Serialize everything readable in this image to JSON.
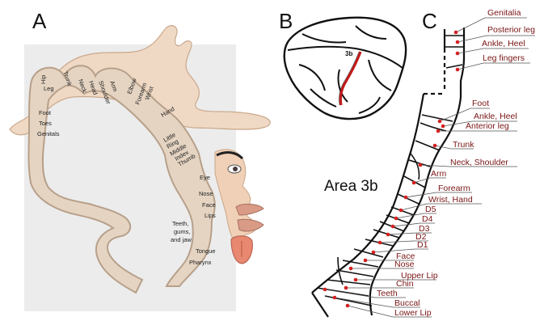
{
  "panels": {
    "a": "A",
    "b": "B",
    "c": "C"
  },
  "panel_a": {
    "labels": {
      "hip": "Hip",
      "leg": "Leg",
      "trunk": "Trunk",
      "neck": "Neck",
      "head": "Head",
      "shoulder": "Shoulder",
      "arm": "Arm",
      "elbow": "Elbow",
      "forearm": "Forearm",
      "wrist": "Wrist",
      "hand": "Hand",
      "little": "Little",
      "ring": "Ring",
      "middle": "Middle",
      "index": "Index",
      "thumb": "Thumb",
      "foot": "Foot",
      "toes": "Toes",
      "genitals": "Genitals",
      "eye": "Eye",
      "nose": "Nose",
      "face": "Face",
      "lips": "Lips",
      "teeth_1": "Teeth,",
      "teeth_2": "gums,",
      "teeth_3": "and jaw",
      "tongue": "Tongue",
      "pharynx": "Pharynx"
    }
  },
  "panel_b": {
    "area_tag": "3b"
  },
  "panel_c": {
    "area_title": "Area 3b",
    "labels": [
      "Genitalia",
      "Posterior leg",
      "Ankle, Heel",
      "Leg fingers",
      "Foot",
      "Ankle, Heel",
      "Anterior leg",
      "Trunk",
      "Neck, Shoulder",
      "Arm",
      "Forearm",
      "Wrist, Hand",
      "D5",
      "D4",
      "D3",
      "D2",
      "D1",
      "Face",
      "Nose",
      "Upper Lip",
      "Chin",
      "Teeth",
      "Buccal",
      "Lower Lip"
    ]
  },
  "colors": {
    "cortex_fill": "#e5d4c2",
    "cortex_edge": "#b7a08a",
    "dot": "#d42020",
    "label": "#7a1414",
    "highlight": "#c41a1a"
  }
}
